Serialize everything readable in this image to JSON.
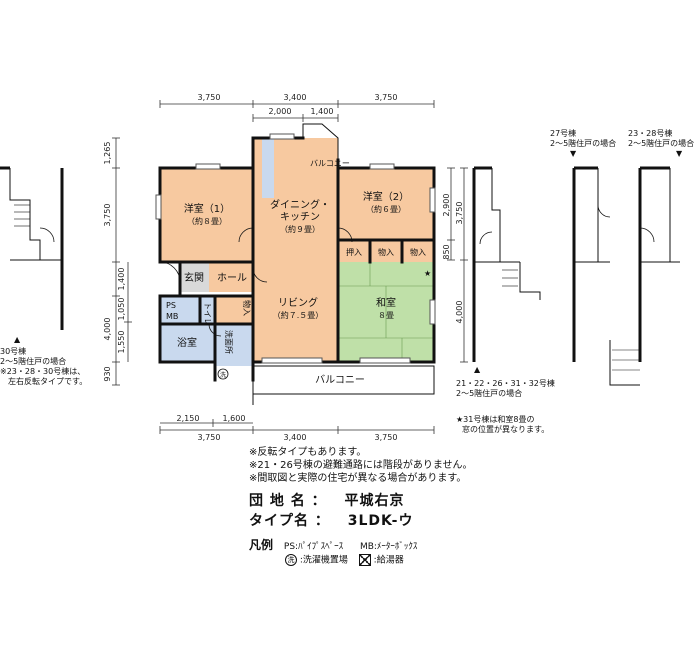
{
  "dims": {
    "top": [
      "3,750",
      "3,400",
      "3,750"
    ],
    "top_inner": [
      "2,000",
      "1,400"
    ],
    "bottom": [
      "3,750",
      "3,400",
      "3,750"
    ],
    "bottom_inner": [
      "2,150",
      "1,600"
    ],
    "left": [
      "1,265",
      "3,750",
      "1,400",
      "4,000",
      "1,050",
      "1,550",
      "930"
    ],
    "right": [
      "2,900",
      "3,750",
      "850",
      "4,000"
    ]
  },
  "rooms": {
    "western1": "洋室（1）",
    "western1_size": "（約８畳）",
    "dining": "ダイニング・",
    "dining2": "キッチン",
    "dining_size": "（約９畳）",
    "western2": "洋室（2）",
    "western2_size": "（約６畳）",
    "balcony_small": "バルコニー",
    "oshiire": "押入",
    "mono1": "物入",
    "mono2": "物入",
    "genkan": "玄関",
    "hall": "ホール",
    "living": "リビング",
    "living_size": "（約７.５畳）",
    "washitsu": "和室",
    "washitsu_size": "８畳",
    "ps": "PS",
    "mb": "MB",
    "toilet": "トイレ",
    "mono_v": "物入",
    "bath": "浴室",
    "senmen": "洗面所",
    "balcony": "バルコニー",
    "washer": "洗"
  },
  "left_note": {
    "l1": "30号棟",
    "l2": "2～5階住戸の場合",
    "l3": "※23・28・30号棟は、",
    "l4": "左右反転タイプです。"
  },
  "right_labels": {
    "a1": "27号棟",
    "a2": "2～5階住戸の場合",
    "b1": "23・28号棟",
    "b2": "2～5階住戸の場合",
    "c1": "21・22・26・31・32号棟",
    "c2": "2～5階住戸の場合",
    "d1": "★31号棟は和室8畳の",
    "d2": "窓の位置が異なります。"
  },
  "notes": [
    "※反転タイプもあります。",
    "※21・26号棟の避難通路には階段がありません。",
    "※間取図と実際の住宅が異なる場合があります。"
  ],
  "info": {
    "danchi_label": "団 地 名 ：",
    "danchi_value": "平城右京",
    "type_label": "タイプ名 ：",
    "type_value": "3LDK-ウ"
  },
  "legend": {
    "title": "凡例",
    "ps": "PS:ﾊﾟｲﾌﾟｽﾍﾟｰｽ",
    "mb": "MB:ﾒｰﾀｰﾎﾞｯｸｽ",
    "washer_icon": "洗",
    "washer": ":洗濯機置場",
    "heater": ":給湯器"
  }
}
